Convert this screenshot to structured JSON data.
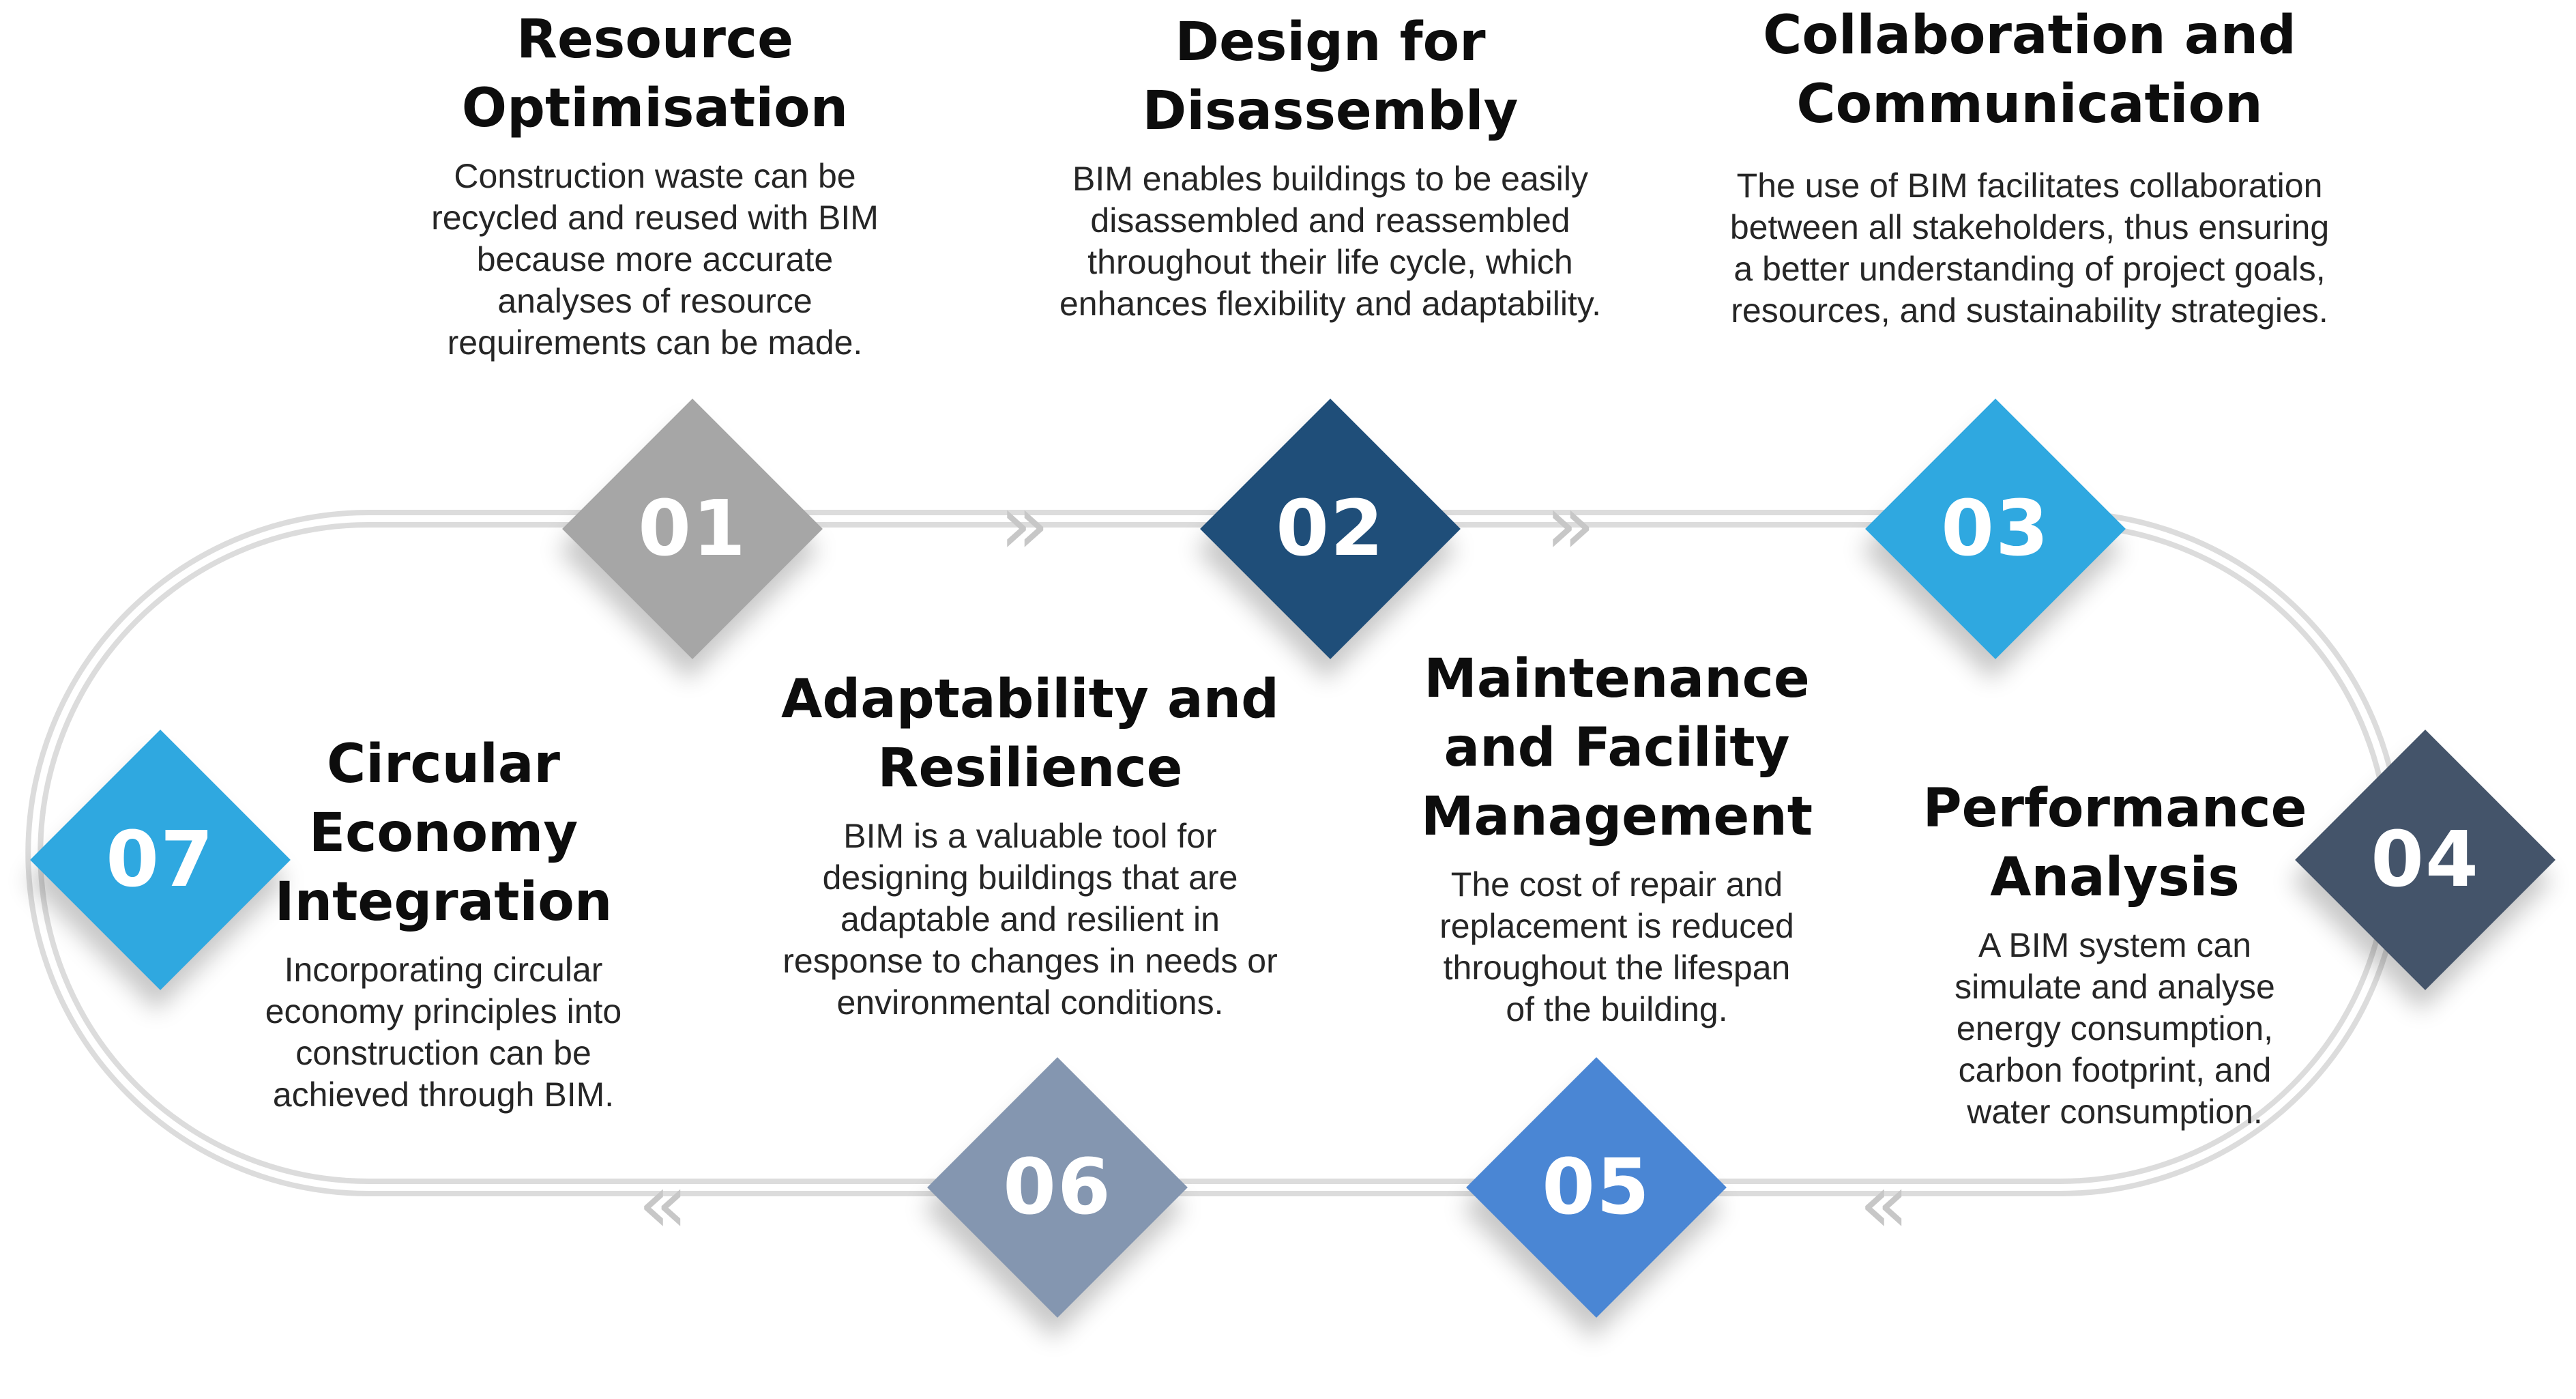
{
  "steps": [
    {
      "number": "01",
      "title_line1": "Resource",
      "title_line2": "Optimisation",
      "title_line3": "",
      "desc": [
        "Construction waste can be",
        "recycled and reused with BIM",
        "because more accurate",
        "analyses of resource",
        "requirements can be made."
      ],
      "color": "#a6a6a6"
    },
    {
      "number": "02",
      "title_line1": "Design for",
      "title_line2": "Disassembly",
      "title_line3": "",
      "desc": [
        "BIM enables buildings to be easily",
        "disassembled and reassembled",
        "throughout their life cycle, which",
        "enhances flexibility and adaptability."
      ],
      "color": "#1f4e79"
    },
    {
      "number": "03",
      "title_line1": "Collaboration and",
      "title_line2": "Communication",
      "title_line3": "",
      "desc": [
        "The use of BIM facilitates collaboration",
        "between all stakeholders, thus ensuring",
        "a better understanding of project goals,",
        "resources, and sustainability strategies."
      ],
      "color": "#2fa8e0"
    },
    {
      "number": "04",
      "title_line1": "Performance",
      "title_line2": "Analysis",
      "title_line3": "",
      "desc": [
        "A BIM system can",
        "simulate and analyse",
        "energy consumption,",
        "carbon footprint, and",
        "water consumption."
      ],
      "color": "#44546a"
    },
    {
      "number": "05",
      "title_line1": "Maintenance",
      "title_line2": "and Facility",
      "title_line3": "Management",
      "desc": [
        "The cost of repair and",
        "replacement is reduced",
        "throughout the lifespan",
        "of the building."
      ],
      "color": "#4a86d4"
    },
    {
      "number": "06",
      "title_line1": "Adaptability and",
      "title_line2": "Resilience",
      "title_line3": "",
      "desc": [
        "BIM is a valuable tool for",
        "designing buildings that are",
        "adaptable and resilient in",
        "response to changes in needs or",
        "environmental conditions."
      ],
      "color": "#8496b0"
    },
    {
      "number": "07",
      "title_line1": "Circular",
      "title_line2": "Economy",
      "title_line3": "Integration",
      "desc": [
        "Incorporating circular",
        "economy principles into",
        "construction can be",
        "achieved through BIM."
      ],
      "color": "#2fa8e0"
    }
  ],
  "arrows": {
    "forward": "»",
    "backward": "«"
  }
}
